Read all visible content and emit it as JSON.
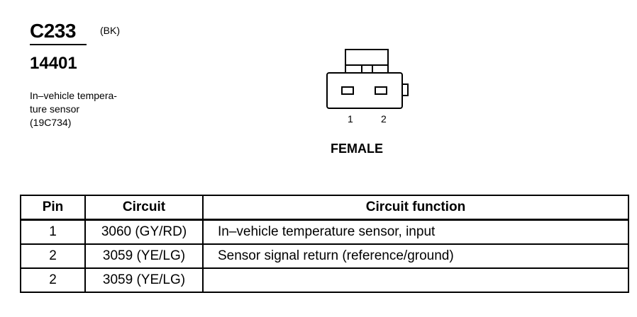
{
  "connector": {
    "code": "C233",
    "color": "(BK)",
    "part_number": "14401",
    "description_lines": [
      "In–vehicle tempera-",
      "ture sensor",
      "(19C734)"
    ]
  },
  "diagram": {
    "pin_labels": [
      "1",
      "2"
    ],
    "gender": "FEMALE"
  },
  "table": {
    "headers": {
      "pin": "Pin",
      "circuit": "Circuit",
      "function": "Circuit function"
    },
    "rows": [
      {
        "pin": "1",
        "circuit": "3060 (GY/RD)",
        "function": "In–vehicle temperature sensor, input"
      },
      {
        "pin": "2",
        "circuit": "3059 (YE/LG)",
        "function": "Sensor signal return (reference/ground)"
      },
      {
        "pin": "2",
        "circuit": "3059 (YE/LG)",
        "function": ""
      }
    ]
  }
}
